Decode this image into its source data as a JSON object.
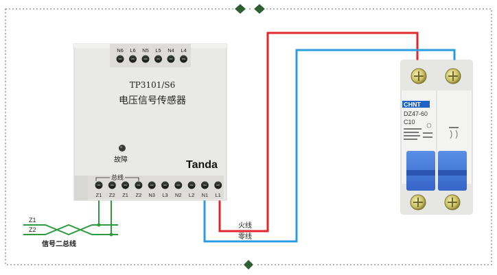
{
  "sensor": {
    "model": "TP3101/S6",
    "name": "电压信号传感器",
    "brand": "Tanda",
    "fault_label": "故障",
    "bus_label": "总线",
    "top_terminals": [
      "N6",
      "L6",
      "N5",
      "L5",
      "N4",
      "L4"
    ],
    "bottom_terminals": [
      "Z1",
      "Z2",
      "Z1",
      "Z2",
      "N3",
      "L3",
      "N2",
      "L2",
      "N1",
      "L1"
    ]
  },
  "breaker": {
    "brand": "CHNT",
    "model": "DZ47-60",
    "rating": "C10"
  },
  "wires": {
    "live_label": "火线",
    "neutral_label": "零线",
    "live_color": "#e0262b",
    "neutral_color": "#2b9be0"
  },
  "bus": {
    "line1": "Z1",
    "line2": "Z2",
    "caption": "信号二总线",
    "color": "#2e9a3e"
  },
  "frame": {
    "accent_color": "#2f5e33"
  }
}
